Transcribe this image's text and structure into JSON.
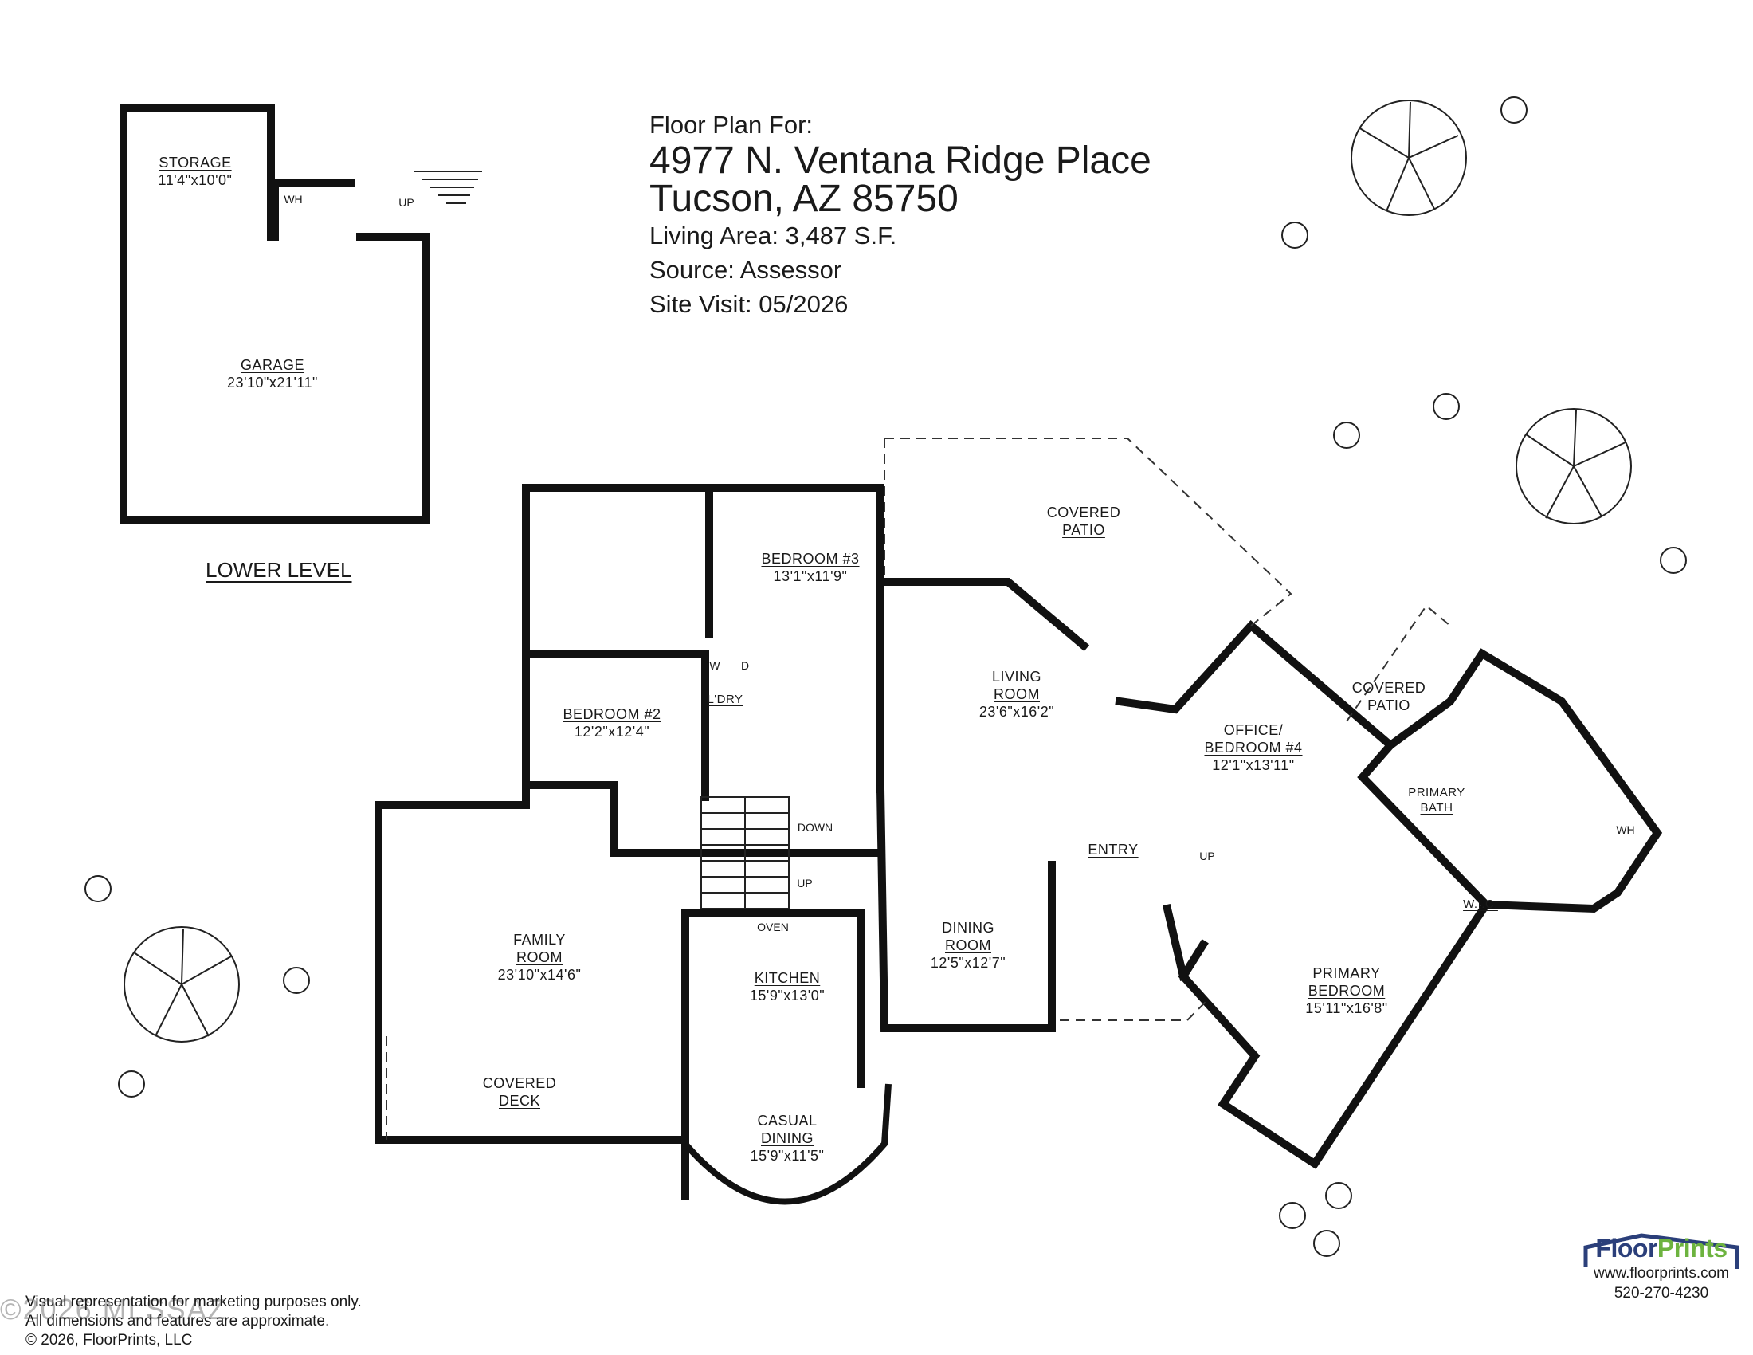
{
  "header": {
    "line1": "Floor Plan For:",
    "address1": "4977 N. Ventana Ridge Place",
    "address2": "Tucson, AZ  85750",
    "living_area": "Living Area:  3,487 S.F.",
    "source": "Source:  Assessor",
    "site_visit": "Site Visit:  05/2026"
  },
  "lower_level_label": "LOWER LEVEL",
  "rooms": {
    "storage": {
      "name": "STORAGE",
      "dim": "11'4\"x10'0\""
    },
    "garage": {
      "name": "GARAGE",
      "dim": "23'10\"x21'11\""
    },
    "bedroom3": {
      "name": "BEDROOM #3",
      "dim": "13'1\"x11'9\""
    },
    "covered_patio_top": {
      "name1": "COVERED",
      "name2": "PATIO"
    },
    "living": {
      "name1": "LIVING",
      "name2": "ROOM",
      "dim": "23'6\"x16'2\""
    },
    "bedroom2": {
      "name": "BEDROOM #2",
      "dim": "12'2\"x12'4\""
    },
    "laundry": {
      "name": "L'DRY"
    },
    "office": {
      "name1": "OFFICE/",
      "name2": "BEDROOM #4",
      "dim": "12'1\"x13'11\""
    },
    "covered_patio_right": {
      "name1": "COVERED",
      "name2": "PATIO"
    },
    "primary_bath": {
      "name1": "PRIMARY",
      "name2": "BATH"
    },
    "wic": {
      "name": "W.I.C."
    },
    "entry": {
      "name": "ENTRY"
    },
    "family": {
      "name1": "FAMILY",
      "name2": "ROOM",
      "dim": "23'10\"x14'6\""
    },
    "kitchen": {
      "name": "KITCHEN",
      "dim": "15'9\"x13'0\""
    },
    "dining": {
      "name1": "DINING",
      "name2": "ROOM",
      "dim": "12'5\"x12'7\""
    },
    "primary_bedroom": {
      "name1": "PRIMARY",
      "name2": "BEDROOM",
      "dim": "15'11\"x16'8\""
    },
    "covered_deck": {
      "name1": "COVERED",
      "name2": "DECK"
    },
    "casual_dining": {
      "name1": "CASUAL",
      "name2": "DINING",
      "dim": "15'9\"x11'5\""
    }
  },
  "tags": {
    "wh": "WH",
    "up": "UP",
    "down": "DOWN",
    "oven": "OVEN",
    "washer": "W",
    "dryer": "D"
  },
  "footer": {
    "line1": "Visual representation for marketing purposes only.",
    "line2": "All dimensions and features are approximate.",
    "line3": "© 2026, FloorPrints, LLC",
    "watermark": "©2026 MLSSAZ"
  },
  "brand": {
    "name_a": "Floor",
    "name_b": "Prints",
    "url": "www.floorprints.com",
    "phone": "520-270-4230",
    "colors": {
      "navy": "#2b3f7a",
      "green": "#6db33f"
    }
  }
}
